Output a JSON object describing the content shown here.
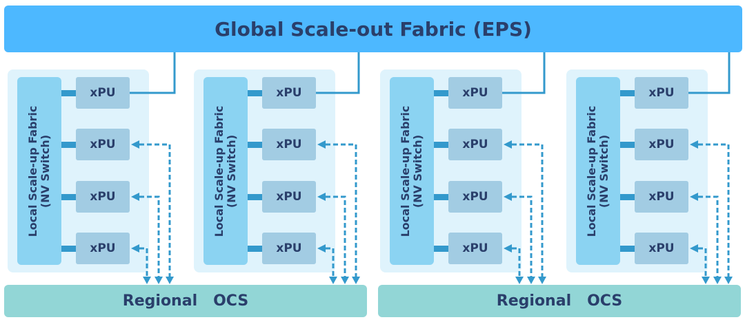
{
  "global_fabric": {
    "label": "Global Scale-out Fabric (EPS)"
  },
  "pods": [
    {
      "switch_label_line1": "Local Scale-up Fabric",
      "switch_label_line2": "(NV Switch)",
      "xpus": [
        "xPU",
        "xPU",
        "xPU",
        "xPU"
      ]
    },
    {
      "switch_label_line1": "Local Scale-up Fabric",
      "switch_label_line2": "(NV Switch)",
      "xpus": [
        "xPU",
        "xPU",
        "xPU",
        "xPU"
      ]
    },
    {
      "switch_label_line1": "Local Scale-up Fabric",
      "switch_label_line2": "(NV Switch)",
      "xpus": [
        "xPU",
        "xPU",
        "xPU",
        "xPU"
      ]
    },
    {
      "switch_label_line1": "Local Scale-up Fabric",
      "switch_label_line2": "(NV Switch)",
      "xpus": [
        "xPU",
        "xPU",
        "xPU",
        "xPU"
      ]
    }
  ],
  "regional_ocs": [
    {
      "label": "Regional   OCS"
    },
    {
      "label": "Regional   OCS"
    }
  ],
  "colors": {
    "global_fabric": "#4db8ff",
    "pod_background": "#dff3fc",
    "switch": "#8bd3f2",
    "xpu": "#a2cce3",
    "link": "#3399cc",
    "ocs": "#92d6d6",
    "text": "#2a3f6b"
  }
}
